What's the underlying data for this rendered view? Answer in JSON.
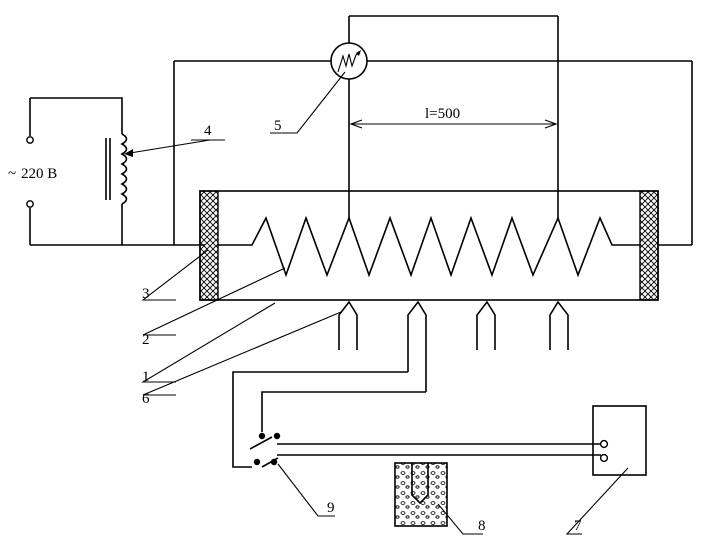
{
  "labels": {
    "supply_voltage": "220 В",
    "supply_symbol": "~",
    "length": "l=500",
    "n1": "1",
    "n2": "2",
    "n3": "3",
    "n4": "4",
    "n5": "5",
    "n6": "6",
    "n7": "7",
    "n8": "8",
    "n9": "9"
  }
}
